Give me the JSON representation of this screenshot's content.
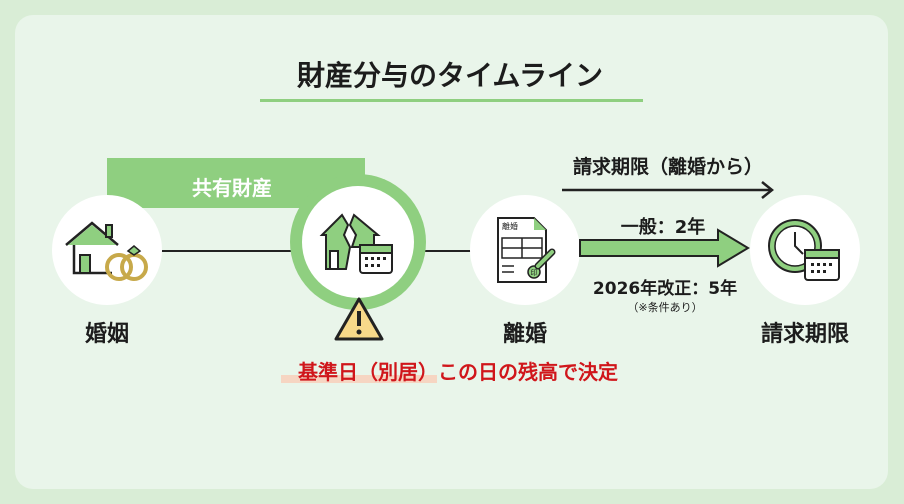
{
  "title": "財産分与のタイムライン",
  "shared_property_label": "共有財産",
  "claim_period_header": "請求期限（離婚から）",
  "general_period": "一般：2年",
  "revised_period": "2026年改正：5年",
  "revised_note": "（※条件あり）",
  "document_text": "離婚",
  "stamp_text": "印",
  "nodes": [
    {
      "label": "婚姻",
      "icon": "house-rings-icon"
    },
    {
      "label": "",
      "icon": "broken-house-calendar-icon"
    },
    {
      "label": "離婚",
      "icon": "divorce-document-icon"
    },
    {
      "label": "請求期限",
      "icon": "clock-calendar-icon"
    }
  ],
  "warning": {
    "highlight": "基準日（別居）",
    "rest": "この日の残高で決定",
    "icon": "warning-icon"
  },
  "colors": {
    "green": "#8fcf80",
    "dark_green": "#5fae55",
    "red": "#d0161b",
    "background": "#e9f5ea"
  }
}
